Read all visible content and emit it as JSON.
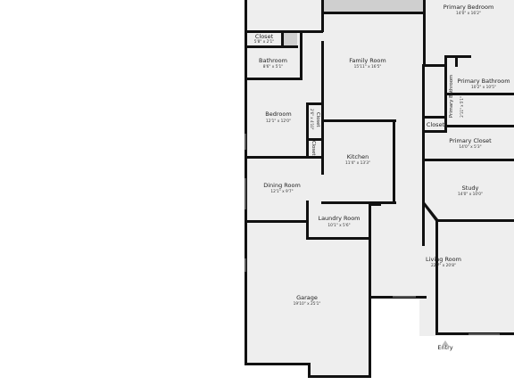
{
  "rooms": [
    {
      "id": "closet-top",
      "name": "Closet",
      "size": "5'8\" x 2'1\""
    },
    {
      "id": "bathroom",
      "name": "Bathroom",
      "size": "8'6\" x 5'1\""
    },
    {
      "id": "bedroom",
      "name": "Bedroom",
      "size": "12'1\" x 12'0\""
    },
    {
      "id": "closet-bedroom",
      "name": "Closet",
      "size": "2'6\" x 4'10\""
    },
    {
      "id": "closet-small",
      "name": "Closet",
      "size": ""
    },
    {
      "id": "family-room",
      "name": "Family Room",
      "size": "15'11\" x 16'5\""
    },
    {
      "id": "primary-bedroom",
      "name": "Primary Bedroom",
      "size": "14'0\" x 16'2\""
    },
    {
      "id": "primary-bathroom",
      "name": "Primary Bathroom",
      "size": "10'2\" x 10'5\""
    },
    {
      "id": "primary-bathroom-2",
      "name": "Primary Bathroom",
      "size": "2'11\" x 5'1\""
    },
    {
      "id": "closet-primary",
      "name": "Closet",
      "size": ""
    },
    {
      "id": "primary-closet",
      "name": "Primary Closet",
      "size": "14'0\" x 5'3\""
    },
    {
      "id": "kitchen",
      "name": "Kitchen",
      "size": "11'4\" x 13'3\""
    },
    {
      "id": "dining-room",
      "name": "Dining Room",
      "size": "12'1\" x 9'7\""
    },
    {
      "id": "laundry-room",
      "name": "Laundry Room",
      "size": "10'1\" x 5'6\""
    },
    {
      "id": "study",
      "name": "Study",
      "size": "14'0\" x 10'0\""
    },
    {
      "id": "living-room",
      "name": "Living Room",
      "size": "22'7\" x 20'8\""
    },
    {
      "id": "garage",
      "name": "Garage",
      "size": "19'10\" x 25'1\""
    }
  ],
  "entry_label": "Entry"
}
